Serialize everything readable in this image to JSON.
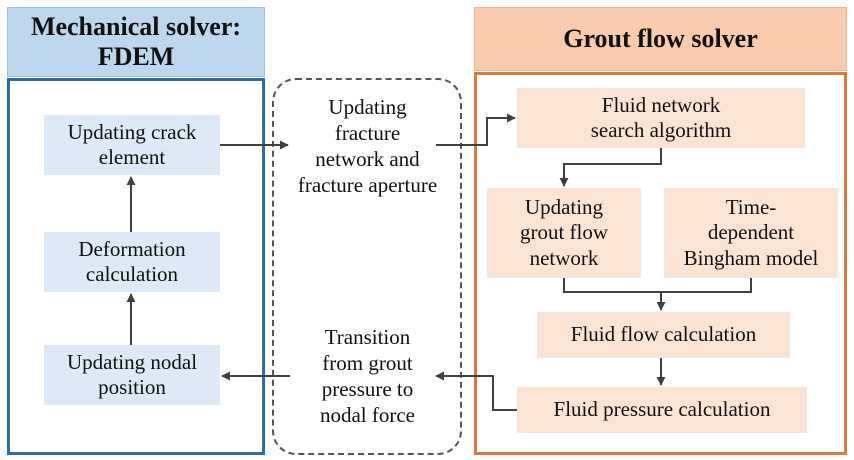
{
  "mechanical": {
    "title_line1": "Mechanical solver:",
    "title_line2": "FDEM",
    "boxes": {
      "crack": [
        "Updating crack",
        "element"
      ],
      "deformation": [
        "Deformation",
        "calculation"
      ],
      "nodal": [
        "Updating nodal",
        "position"
      ]
    }
  },
  "middle": {
    "top": [
      "Updating",
      "fracture",
      "network and",
      "fracture aperture"
    ],
    "bottom": [
      "Transition",
      "from grout",
      "pressure to",
      "nodal force"
    ]
  },
  "grout": {
    "title": "Grout flow solver",
    "boxes": {
      "search": [
        "Fluid network",
        "search algorithm"
      ],
      "network": [
        "Updating",
        "grout flow",
        "network"
      ],
      "bingham": [
        "Time-",
        "dependent",
        "Bingham model"
      ],
      "flow": "Fluid flow calculation",
      "pressure": "Fluid pressure calculation"
    }
  },
  "colors": {
    "mech_border": "#2e6da4",
    "mech_header": "#bdd7ee",
    "mech_box": "#dde9f6",
    "grout_border": "#d9793c",
    "grout_header": "#f8cbad",
    "grout_box": "#fce4d4",
    "arrow": "#404040",
    "dashed": "#555555"
  }
}
